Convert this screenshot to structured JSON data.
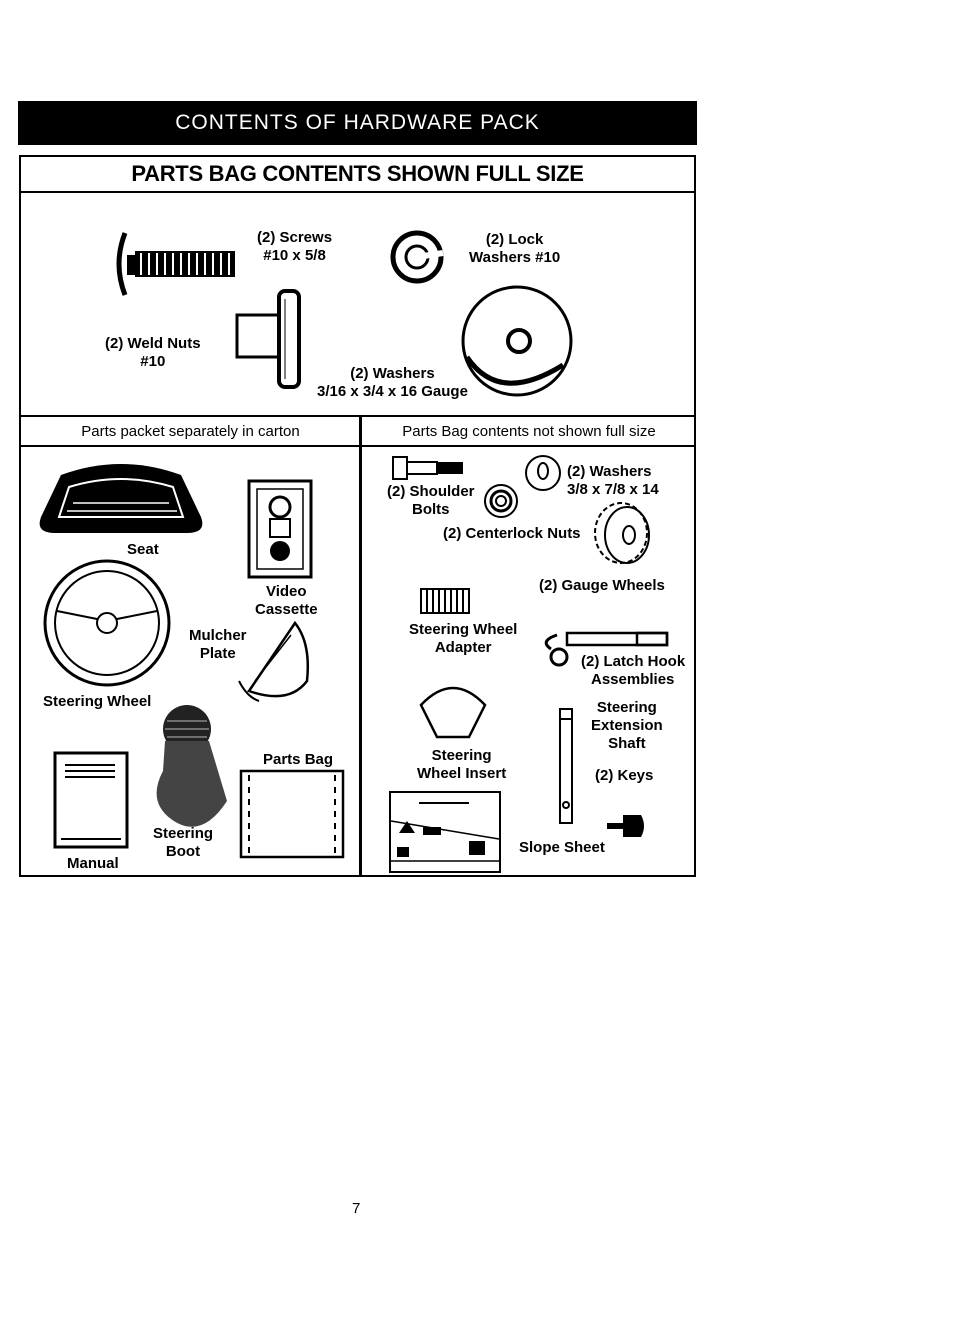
{
  "header": {
    "banner": "CONTENTS OF HARDWARE PACK"
  },
  "full_size_section": {
    "title": "PARTS BAG CONTENTS SHOWN FULL SIZE",
    "items": {
      "screws": [
        "(2) Screws",
        "#10 x 5/8"
      ],
      "lock_washers": [
        "(2) Lock",
        "Washers #10"
      ],
      "weld_nuts": [
        "(2) Weld Nuts",
        "#10"
      ],
      "washers": [
        "(2) Washers",
        "3/16 x 3/4 x 16 Gauge"
      ]
    }
  },
  "carton_section": {
    "heading": "Parts packet separately in carton",
    "items": {
      "seat": "Seat",
      "video_cassette": [
        "Video",
        "Cassette"
      ],
      "mulcher_plate": [
        "Mulcher",
        "Plate"
      ],
      "steering_wheel": "Steering Wheel",
      "parts_bag": "Parts Bag",
      "manual": "Manual",
      "steering_boot": [
        "Steering",
        "Boot"
      ]
    }
  },
  "not_full_size_section": {
    "heading": "Parts Bag contents not shown full size",
    "items": {
      "shoulder_bolts": [
        "(2) Shoulder",
        "Bolts"
      ],
      "washers": [
        "(2) Washers",
        "3/8 x 7/8 x 14"
      ],
      "centerlock_nuts": "(2) Centerlock Nuts",
      "gauge_wheels": "(2) Gauge Wheels",
      "steering_wheel_adapter": [
        "Steering Wheel",
        "Adapter"
      ],
      "latch_hook_assemblies": [
        "(2) Latch Hook",
        "Assemblies"
      ],
      "steering_wheel_insert": [
        "Steering",
        "Wheel Insert"
      ],
      "steering_extension_shaft": [
        "Steering",
        "Extension",
        "Shaft"
      ],
      "keys": "(2) Keys",
      "slope_sheet": "Slope Sheet"
    }
  },
  "footer": {
    "page_number": "7"
  }
}
